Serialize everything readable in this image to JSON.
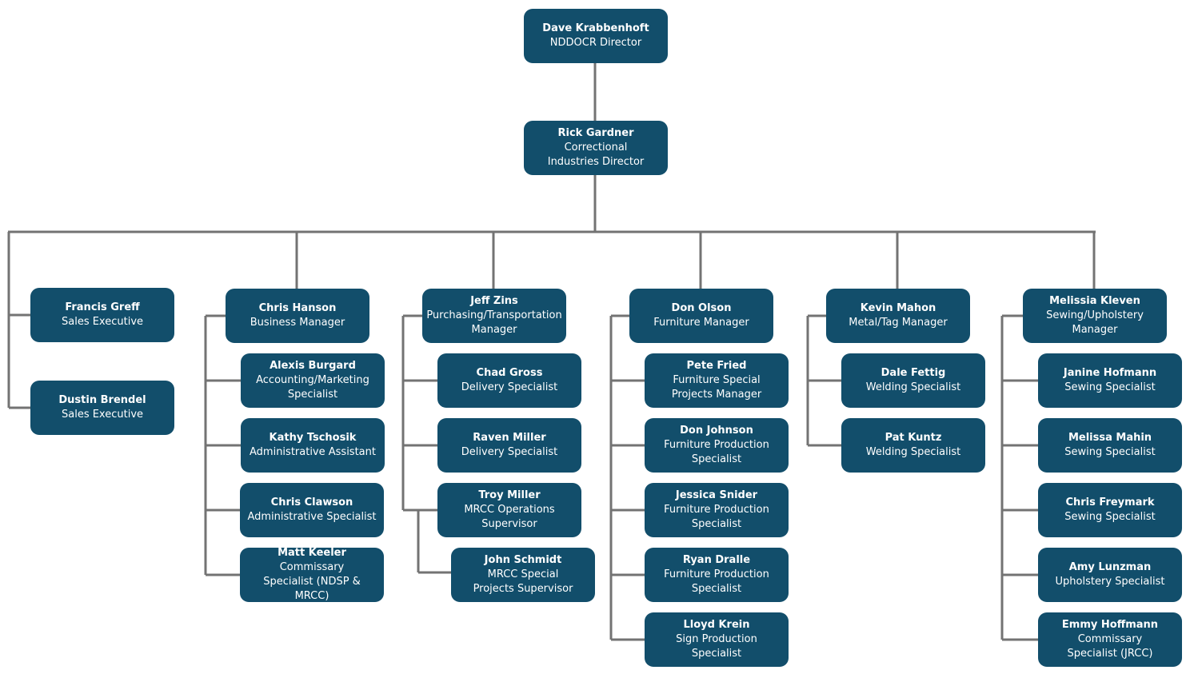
{
  "colors": {
    "box": "#124e6b",
    "line": "#737373",
    "text": "#ffffff"
  },
  "org": {
    "top": {
      "name": "Dave Krabbenhoft",
      "title": "NDDOCR Director"
    },
    "director": {
      "name": "Rick Gardner",
      "title": "Correctional Industries Director"
    },
    "sales": [
      {
        "name": "Francis Greff",
        "title": "Sales Executive"
      },
      {
        "name": "Dustin Brendel",
        "title": "Sales Executive"
      }
    ],
    "business": {
      "head": {
        "name": "Chris Hanson",
        "title": "Business Manager"
      },
      "staff": [
        {
          "name": "Alexis Burgard",
          "title": "Accounting/Marketing Specialist"
        },
        {
          "name": "Kathy Tschosik",
          "title": "Administrative Assistant"
        },
        {
          "name": "Chris Clawson",
          "title": "Administrative Specialist"
        },
        {
          "name": "Matt Keeler",
          "title": "Commissary Specialist (NDSP & MRCC)"
        }
      ]
    },
    "purchasing": {
      "head": {
        "name": "Jeff Zins",
        "title": "Purchasing/Transportation Manager"
      },
      "staff": [
        {
          "name": "Chad Gross",
          "title": "Delivery Specialist"
        },
        {
          "name": "Raven Miller",
          "title": "Delivery Specialist"
        },
        {
          "name": "Troy Miller",
          "title": "MRCC Operations Supervisor"
        }
      ],
      "sub": {
        "name": "John Schmidt",
        "title": "MRCC Special Projects Supervisor"
      }
    },
    "furniture": {
      "head": {
        "name": "Don Olson",
        "title": "Furniture Manager"
      },
      "staff": [
        {
          "name": "Pete Fried",
          "title": "Furniture Special Projects Manager"
        },
        {
          "name": "Don Johnson",
          "title": "Furniture Production Specialist"
        },
        {
          "name": "Jessica Snider",
          "title": "Furniture Production Specialist"
        },
        {
          "name": "Ryan Dralle",
          "title": "Furniture Production Specialist"
        },
        {
          "name": "Lloyd Krein",
          "title": "Sign Production Specialist"
        }
      ]
    },
    "metal": {
      "head": {
        "name": "Kevin Mahon",
        "title": "Metal/Tag Manager"
      },
      "staff": [
        {
          "name": "Dale Fettig",
          "title": "Welding Specialist"
        },
        {
          "name": "Pat Kuntz",
          "title": "Welding Specialist"
        }
      ]
    },
    "sewing": {
      "head": {
        "name": "Melissia Kleven",
        "title": "Sewing/Upholstery Manager"
      },
      "staff": [
        {
          "name": "Janine Hofmann",
          "title": "Sewing Specialist"
        },
        {
          "name": "Melissa Mahin",
          "title": "Sewing Specialist"
        },
        {
          "name": "Chris Freymark",
          "title": "Sewing Specialist"
        },
        {
          "name": "Amy Lunzman",
          "title": "Upholstery Specialist"
        },
        {
          "name": "Emmy Hoffmann",
          "title": "Commissary Specialist (JRCC)"
        }
      ]
    }
  }
}
